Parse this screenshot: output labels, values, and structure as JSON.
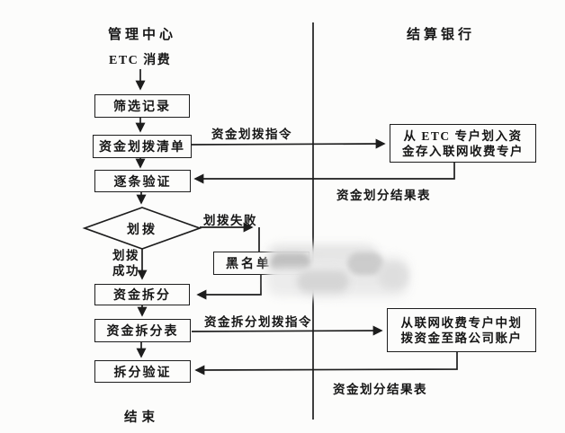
{
  "headers": {
    "left": "管理中心",
    "right": "结算银行"
  },
  "nodes": {
    "start": "ETC 消费",
    "filter_records": "筛选记录",
    "transfer_list": "资金划拨清单",
    "verify_each": "逐条验证",
    "decision": "划拨",
    "blacklist": "黑名单",
    "fund_split": "资金拆分",
    "split_table": "资金拆分表",
    "split_verify": "拆分验证",
    "end": "结束"
  },
  "bank_nodes": {
    "deposit_line1": "从 ETC 专户划入资",
    "deposit_line2": "金存入联网收费专户",
    "payout_line1": "从联网收费专户中划",
    "payout_line2": "拨资金至路公司账户"
  },
  "edge_labels": {
    "transfer_instruction": "资金划拨指令",
    "division_result_top": "资金划分结果表",
    "transfer_failed": "划拨失败",
    "transfer_success_line1": "划拨",
    "transfer_success_line2": "成功",
    "split_instruction": "资金拆分划拨指令",
    "division_result_bottom": "资金划分结果表"
  },
  "colors": {
    "line": "#1d1d1d",
    "text": "#161616",
    "background": "#fcfcfb",
    "blur_patch": "#d9d9d9"
  }
}
